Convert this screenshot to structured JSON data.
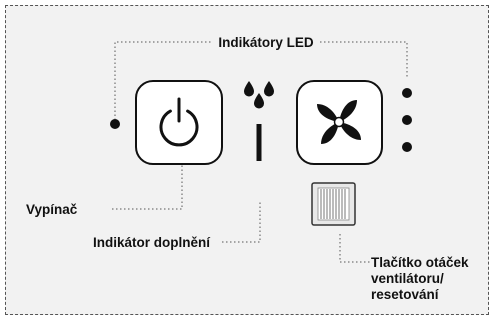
{
  "labels": {
    "led_indicators": "Indikátory LED",
    "power_switch": "Vypínač",
    "refill_indicator": "Indikátor doplnění",
    "fan_button_line1": "Tlačítko otáček",
    "fan_button_line2": "ventilátoru/",
    "fan_button_line3": "resetování"
  },
  "icons": {
    "power": "power-icon",
    "fan": "fan-icon",
    "water_drops": "water-drops-icon",
    "filter": "filter-icon"
  },
  "colors": {
    "panel_background": "#f2f2f2",
    "ink": "#111111",
    "button_face": "#ffffff"
  }
}
